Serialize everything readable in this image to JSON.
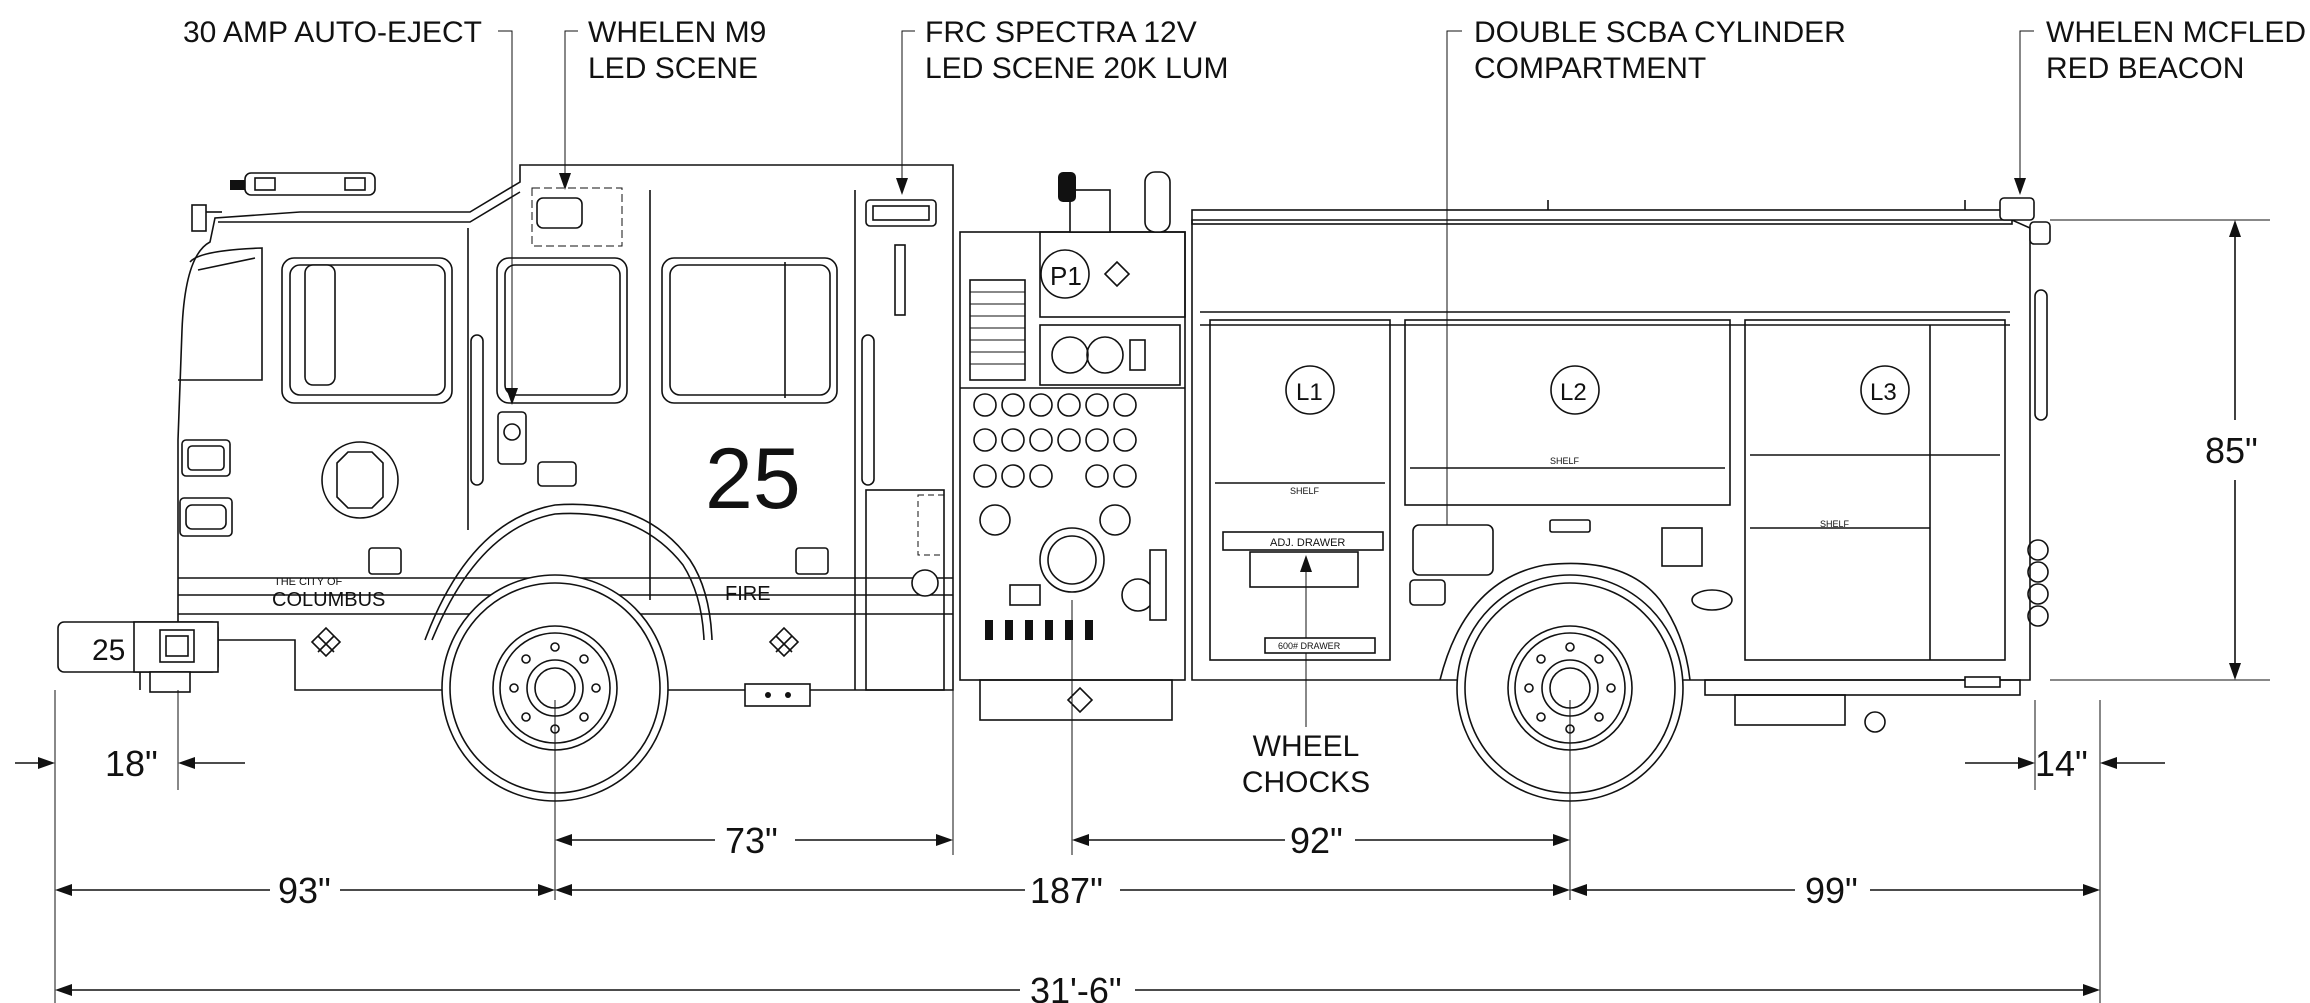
{
  "callouts": {
    "auto_eject": "30 AMP AUTO-EJECT",
    "whelen_m9_l1": "WHELEN M9",
    "whelen_m9_l2": "LED SCENE",
    "frc_l1": "FRC SPECTRA 12V",
    "frc_l2": "LED SCENE 20K LUM",
    "scba_l1": "DOUBLE SCBA CYLINDER",
    "scba_l2": "COMPARTMENT",
    "mcfled_l1": "WHELEN MCFLED",
    "mcfled_l2": "RED BEACON",
    "chocks_l1": "WHEEL",
    "chocks_l2": "CHOCKS"
  },
  "truck": {
    "unit_number": "25",
    "bumper_number": "25",
    "city_small": "THE CITY OF",
    "city_name": "COLUMBUS",
    "fire_label": "FIRE",
    "pump_panel": "P1",
    "compartments": [
      "L1",
      "L2",
      "L3"
    ],
    "shelf_label": "SHELF",
    "adj_drawer": "ADJ. DRAWER",
    "drawer_600": "600# DRAWER"
  },
  "dimensions": {
    "front_overhang": "18\"",
    "rear_overhang": "14\"",
    "cab_to_pump": "73\"",
    "pump_to_rear_axle": "92\"",
    "front_to_front_axle": "93\"",
    "wheelbase": "187\"",
    "rear_axle_to_end": "99\"",
    "overall_length": "31'-6\"",
    "body_height": "85\""
  }
}
